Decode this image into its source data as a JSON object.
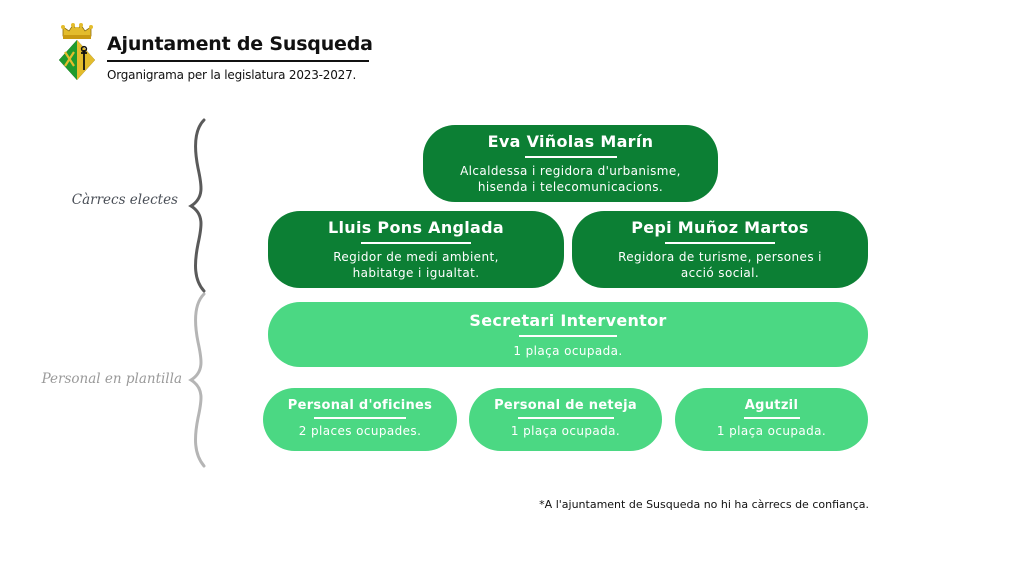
{
  "header": {
    "title": "Ajuntament de Susqueda",
    "subtitle": "Organigrama per la legislatura 2023-2027."
  },
  "sections": {
    "elected_label": "Càrrecs electes",
    "staff_label": "Personal en plantilla"
  },
  "elected": {
    "mayor": {
      "name": "Eva Viñolas Marín",
      "role": "Alcaldessa i regidora d'urbanisme, hisenda i telecomunicacions."
    },
    "councillor_1": {
      "name": "Lluis Pons Anglada",
      "role": "Regidor de medi ambient, habitatge i igualtat."
    },
    "councillor_2": {
      "name": "Pepi Muñoz Martos",
      "role": "Regidora de turisme, persones i acció social."
    }
  },
  "staff": {
    "secretary": {
      "name": "Secretari Interventor",
      "detail": "1 plaça ocupada."
    },
    "office": {
      "name": "Personal d'oficines",
      "detail": "2 places ocupades."
    },
    "cleaning": {
      "name": "Personal de neteja",
      "detail": "1 plaça ocupada."
    },
    "bailiff": {
      "name": "Agutzil",
      "detail": "1 plaça ocupada."
    }
  },
  "footnote": "*A l'ajuntament de Susqueda no hi ha càrrecs de confiança.",
  "colors": {
    "elected_fill": "#0c7f34",
    "staff_fill": "#4bd883",
    "logo_gold": "#e3bc2c",
    "logo_green": "#1f9a2c"
  },
  "icons": {
    "logo": "coat-of-arms"
  }
}
